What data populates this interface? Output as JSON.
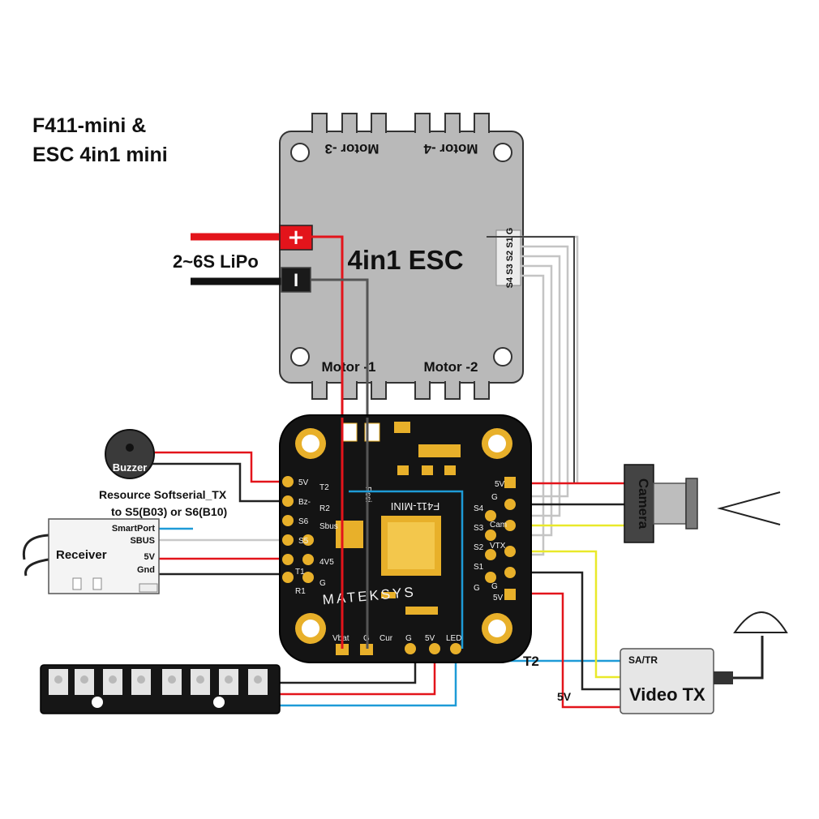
{
  "title": {
    "line1": "F411-mini &",
    "line2": "ESC 4in1 mini"
  },
  "esc": {
    "name": "4in1 ESC",
    "motor_3": "Motor -3",
    "motor_4": "Motor -4",
    "motor_1": "Motor -1",
    "motor_2": "Motor -2",
    "signal_pins": "S4 S3 S2 S1 G",
    "plus": "+",
    "minus": "I"
  },
  "battery": {
    "label": "2~6S LiPo"
  },
  "buzzer": {
    "label": "Buzzer"
  },
  "resource_note": {
    "line1": "Resource Softserial_TX",
    "line2": "to S5(B03) or S6(B10)"
  },
  "receiver": {
    "label": "Receiver",
    "pins": [
      "SmartPort",
      "SBUS",
      "5V",
      "Gnd"
    ]
  },
  "fc": {
    "brand": "MATEKSYS",
    "model": "F411-MINI",
    "left_pins": [
      "5V",
      "Bz-",
      "S6",
      "S5",
      "T1",
      "R1"
    ],
    "left_inner": [
      "T2",
      "R2",
      "Sbus",
      "4V5",
      "G"
    ],
    "right_pins": [
      "5V",
      "S4",
      "S3",
      "S2",
      "S1",
      "G",
      "5V"
    ],
    "right_inner": [
      "G",
      "Cam",
      "VTX",
      "G"
    ],
    "bottom_pins": [
      "Vbat",
      "G",
      "Cur",
      "G",
      "5V",
      "LED"
    ],
    "rssi": "Rssi"
  },
  "camera": {
    "label": "Camera"
  },
  "vtx": {
    "label": "Video TX",
    "sub": "SA/TR"
  },
  "wire_labels": {
    "t2": "T2",
    "v5": "5V"
  },
  "colors": {
    "red": "#e3141b",
    "black": "#222222",
    "blue": "#1e9bd7",
    "yellow": "#e9e92a",
    "gray": "#c8c8c8",
    "esc_body": "#b9b9b9",
    "pcb": "#141414",
    "pad": "#e8b02a"
  }
}
